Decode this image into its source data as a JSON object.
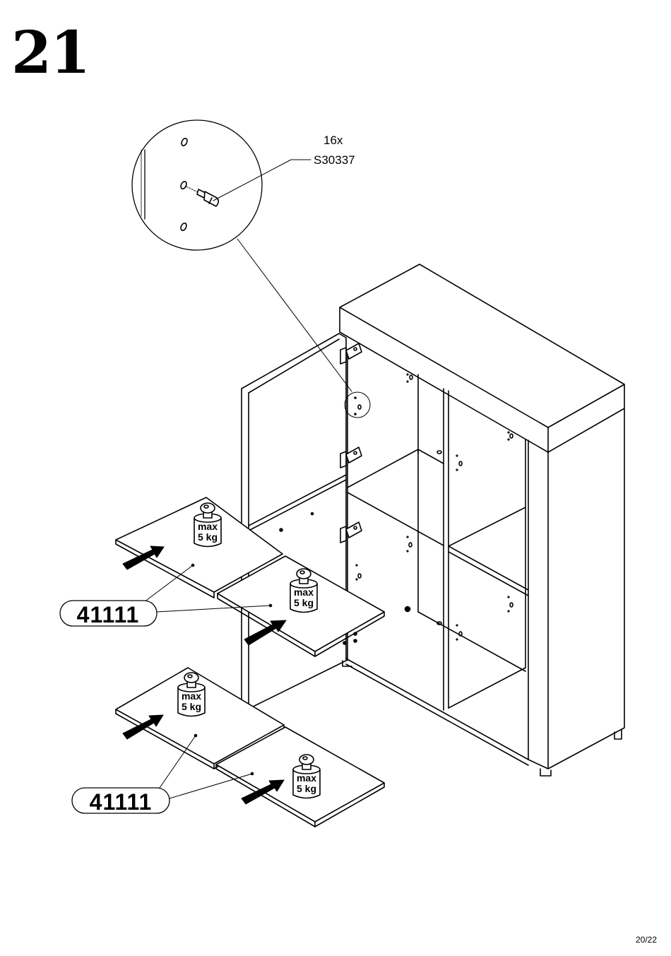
{
  "step": {
    "number": "21"
  },
  "callout": {
    "quantity": "16x",
    "part_code": "S30337"
  },
  "shelf_labels": [
    {
      "part_number": "41111"
    },
    {
      "part_number": "41111"
    }
  ],
  "weights": [
    {
      "line1": "max",
      "line2": "5 kg"
    },
    {
      "line1": "max",
      "line2": "5 kg"
    },
    {
      "line1": "max",
      "line2": "5 kg"
    },
    {
      "line1": "max",
      "line2": "5 kg"
    }
  ],
  "footer": {
    "page": "20/22"
  }
}
